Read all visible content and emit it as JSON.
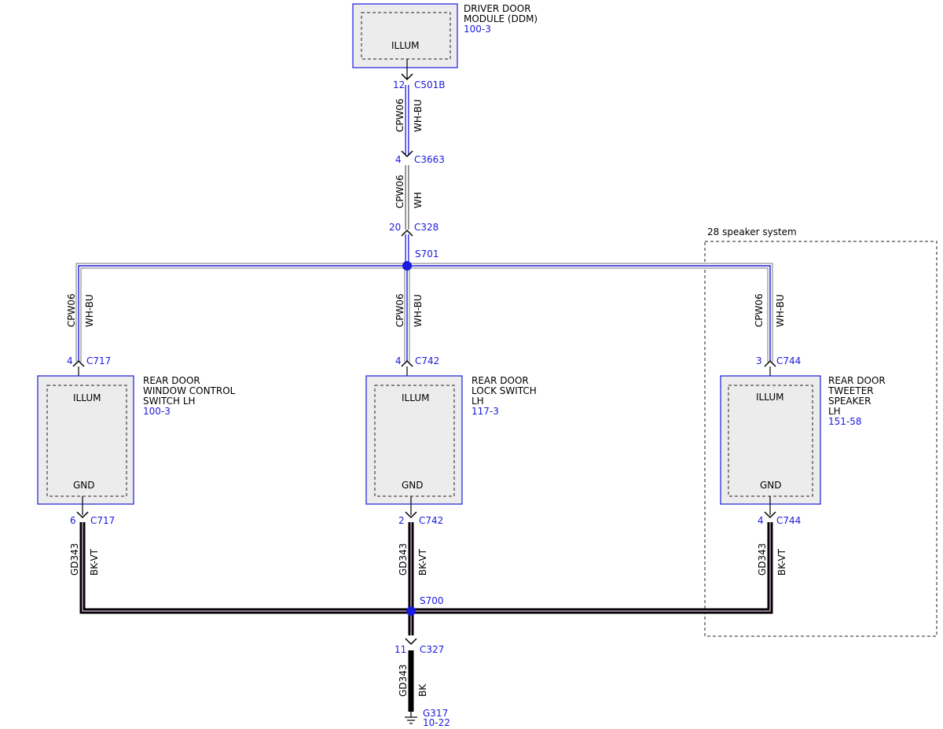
{
  "colors": {
    "connector_text": "#1a1adc",
    "component_border": "#1a1adc",
    "component_fill": "#ececec",
    "splice": "#1a1adc",
    "wire_wh_bu_edge": "#1a1adc",
    "wire_bk_vt_stripe": "#c8a2c8",
    "wire_black": "#000000"
  },
  "components": {
    "ddm": {
      "name_line1": "DRIVER DOOR",
      "name_line2": "MODULE (DDM)",
      "ref": "100-3",
      "pin": "ILLUM"
    },
    "window_switch": {
      "name_line1": "REAR DOOR",
      "name_line2": "WINDOW CONTROL",
      "name_line3": "SWITCH LH",
      "ref": "100-3",
      "pin_top": "ILLUM",
      "pin_bottom": "GND"
    },
    "lock_switch": {
      "name_line1": "REAR DOOR",
      "name_line2": "LOCK SWITCH",
      "name_line3": "LH",
      "ref": "117-3",
      "pin_top": "ILLUM",
      "pin_bottom": "GND"
    },
    "tweeter": {
      "name_line1": "REAR DOOR",
      "name_line2": "TWEETER",
      "name_line3": "SPEAKER",
      "name_line4": "LH",
      "ref": "151-58",
      "pin_top": "ILLUM",
      "pin_bottom": "GND"
    }
  },
  "connectors": {
    "c501b": {
      "pin": "12",
      "name": "C501B"
    },
    "c3663": {
      "pin": "4",
      "name": "C3663"
    },
    "c328": {
      "pin": "20",
      "name": "C328"
    },
    "c717_top": {
      "pin": "4",
      "name": "C717"
    },
    "c742_top": {
      "pin": "4",
      "name": "C742"
    },
    "c744_top": {
      "pin": "3",
      "name": "C744"
    },
    "c717_bot": {
      "pin": "6",
      "name": "C717"
    },
    "c742_bot": {
      "pin": "2",
      "name": "C742"
    },
    "c744_bot": {
      "pin": "4",
      "name": "C744"
    },
    "c327": {
      "pin": "11",
      "name": "C327"
    }
  },
  "splices": {
    "s701": "S701",
    "s700": "S700"
  },
  "ground": {
    "name": "G317",
    "ref": "10-22"
  },
  "region": {
    "label": "28 speaker system"
  },
  "wires": {
    "ddm_to_c3663": {
      "circuit": "CPW06",
      "color": "WH-BU"
    },
    "c3663_to_c328": {
      "circuit": "CPW06",
      "color": "WH"
    },
    "left_illum": {
      "circuit": "CPW06",
      "color": "WH-BU"
    },
    "mid_illum": {
      "circuit": "CPW06",
      "color": "WH-BU"
    },
    "right_illum": {
      "circuit": "CPW06",
      "color": "WH-BU"
    },
    "left_gnd": {
      "circuit": "GD343",
      "color": "BK-VT"
    },
    "mid_gnd": {
      "circuit": "GD343",
      "color": "BK-VT"
    },
    "right_gnd": {
      "circuit": "GD343",
      "color": "BK-VT"
    },
    "ground_wire": {
      "circuit": "GD343",
      "color": "BK"
    }
  }
}
